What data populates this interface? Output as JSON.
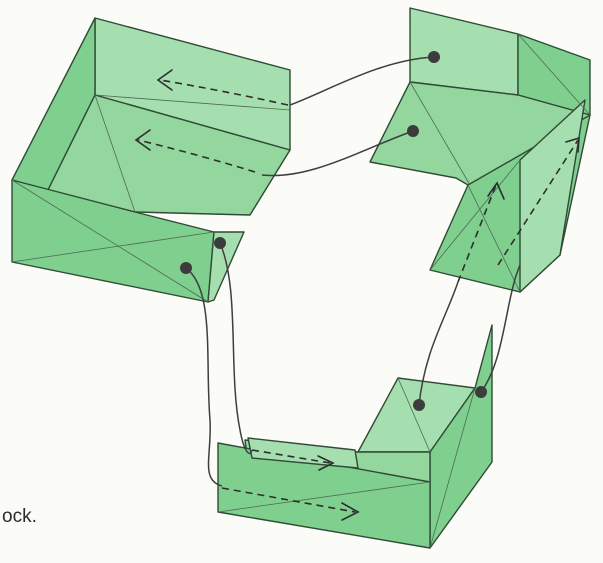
{
  "diagram": {
    "caption_fragment": "ock.",
    "colors": {
      "panel_dark": "#7fcf8f",
      "panel_mid": "#93d79e",
      "panel_light": "#a6dfaf",
      "outline": "#2f4a35",
      "guide_line": "#3e3e3e"
    },
    "units": [
      {
        "id": "unit-left",
        "description_hidden": true
      },
      {
        "id": "unit-right",
        "description_hidden": true
      },
      {
        "id": "unit-bottom",
        "description_hidden": true
      }
    ]
  }
}
